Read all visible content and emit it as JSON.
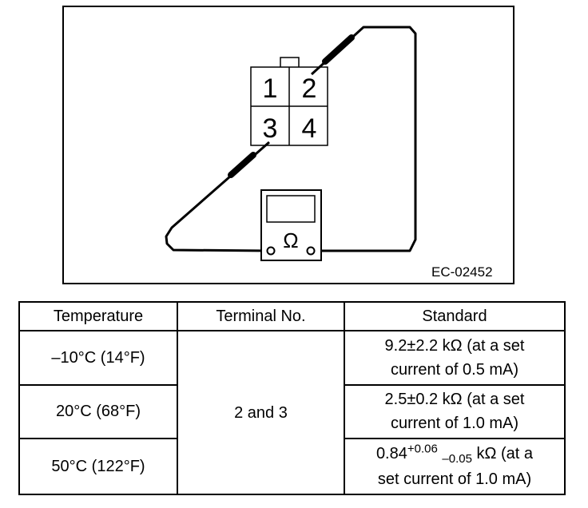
{
  "diagram": {
    "terminals": [
      "1",
      "2",
      "3",
      "4"
    ],
    "meter_symbol": "Ω",
    "figure_code": "EC-02452"
  },
  "table": {
    "headers": [
      "Temperature",
      "Terminal No.",
      "Standard"
    ],
    "terminal_no": "2 and 3",
    "rows": [
      {
        "temperature": "–10°C (14°F)",
        "standard_main": "9.2±2.2 kΩ (at a set",
        "standard_cont": "current of 0.5 mA)"
      },
      {
        "temperature": "20°C (68°F)",
        "standard_main": "2.5±0.2 kΩ (at a set",
        "standard_cont": "current of 1.0 mA)"
      },
      {
        "temperature": "50°C (122°F)",
        "standard_base": "0.84",
        "standard_sup": "+0.06",
        "standard_sub": "–0.05",
        "standard_unit": " kΩ (at a",
        "standard_cont": "set current of 1.0 mA)"
      }
    ]
  },
  "colors": {
    "line": "#000000",
    "background": "#ffffff"
  }
}
